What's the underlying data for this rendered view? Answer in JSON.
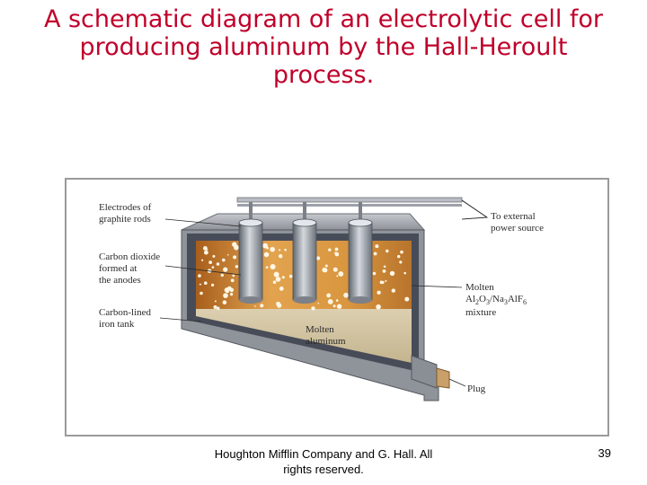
{
  "slide": {
    "title": "A schematic diagram of an electrolytic cell for producing aluminum by the Hall-Heroult process.",
    "footer": "Houghton Mifflin Company and G. Hall. All rights reserved.",
    "page_number": "39"
  },
  "diagram": {
    "labels": {
      "electrodes_l1": "Electrodes of",
      "electrodes_l2": "graphite rods",
      "co2_l1": "Carbon dioxide",
      "co2_l2": "formed at",
      "co2_l3": "the anodes",
      "tank_l1": "Carbon-lined",
      "tank_l2": "iron tank",
      "power_l1": "To external",
      "power_l2": "power source",
      "molten_l1": "Molten",
      "mixture_al": "Al",
      "mixture_al_sub": "2",
      "mixture_o": "O",
      "mixture_o_sub": "3",
      "mixture_na": "/Na",
      "mixture_na_sub": "3",
      "mixture_alf": "AlF",
      "mixture_alf_sub": "6",
      "molten_l3": "mixture",
      "aluminum_l1": "Molten",
      "aluminum_l2": "aluminum",
      "plug": "Plug"
    },
    "colors": {
      "tank_wall": "#4a4f5c",
      "tank_shell": "#a6a9b0",
      "molten_mixture": "#c98a3a",
      "molten_aluminum": "#d2c6a8",
      "electrode": "#9aa0a8",
      "title": "#c0002a"
    }
  }
}
